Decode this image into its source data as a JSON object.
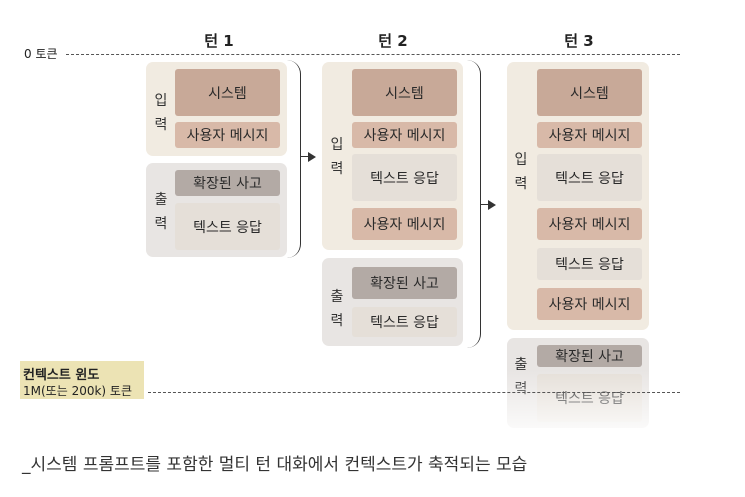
{
  "axis": {
    "start_label": "0 토큰"
  },
  "turns": [
    {
      "title": "턴 1"
    },
    {
      "title": "턴 2"
    },
    {
      "title": "턴 3"
    }
  ],
  "labels": {
    "input": "입\n력",
    "output": "출\n력"
  },
  "blocks": {
    "system": "시스템",
    "user_message": "사용자 메시지",
    "text_response": "텍스트 응답",
    "extended_thinking": "확장된 사고"
  },
  "context_window": {
    "title": "컨텍스트 윈도",
    "subtitle": "1M(또는 200k) 토큰"
  },
  "caption": "_시스템 프롬프트를 포함한 멀티 턴 대화에서 컨텍스트가 축적되는 모습",
  "colors": {
    "input_panel": "#f1ebe1",
    "output_panel": "#e8e5e3",
    "system_block": "#c8a998",
    "user_block": "#d8b9a8",
    "text_block": "#e5dfd8",
    "thinking_block": "#b3aaa5",
    "context_label": "#ece3b4"
  }
}
